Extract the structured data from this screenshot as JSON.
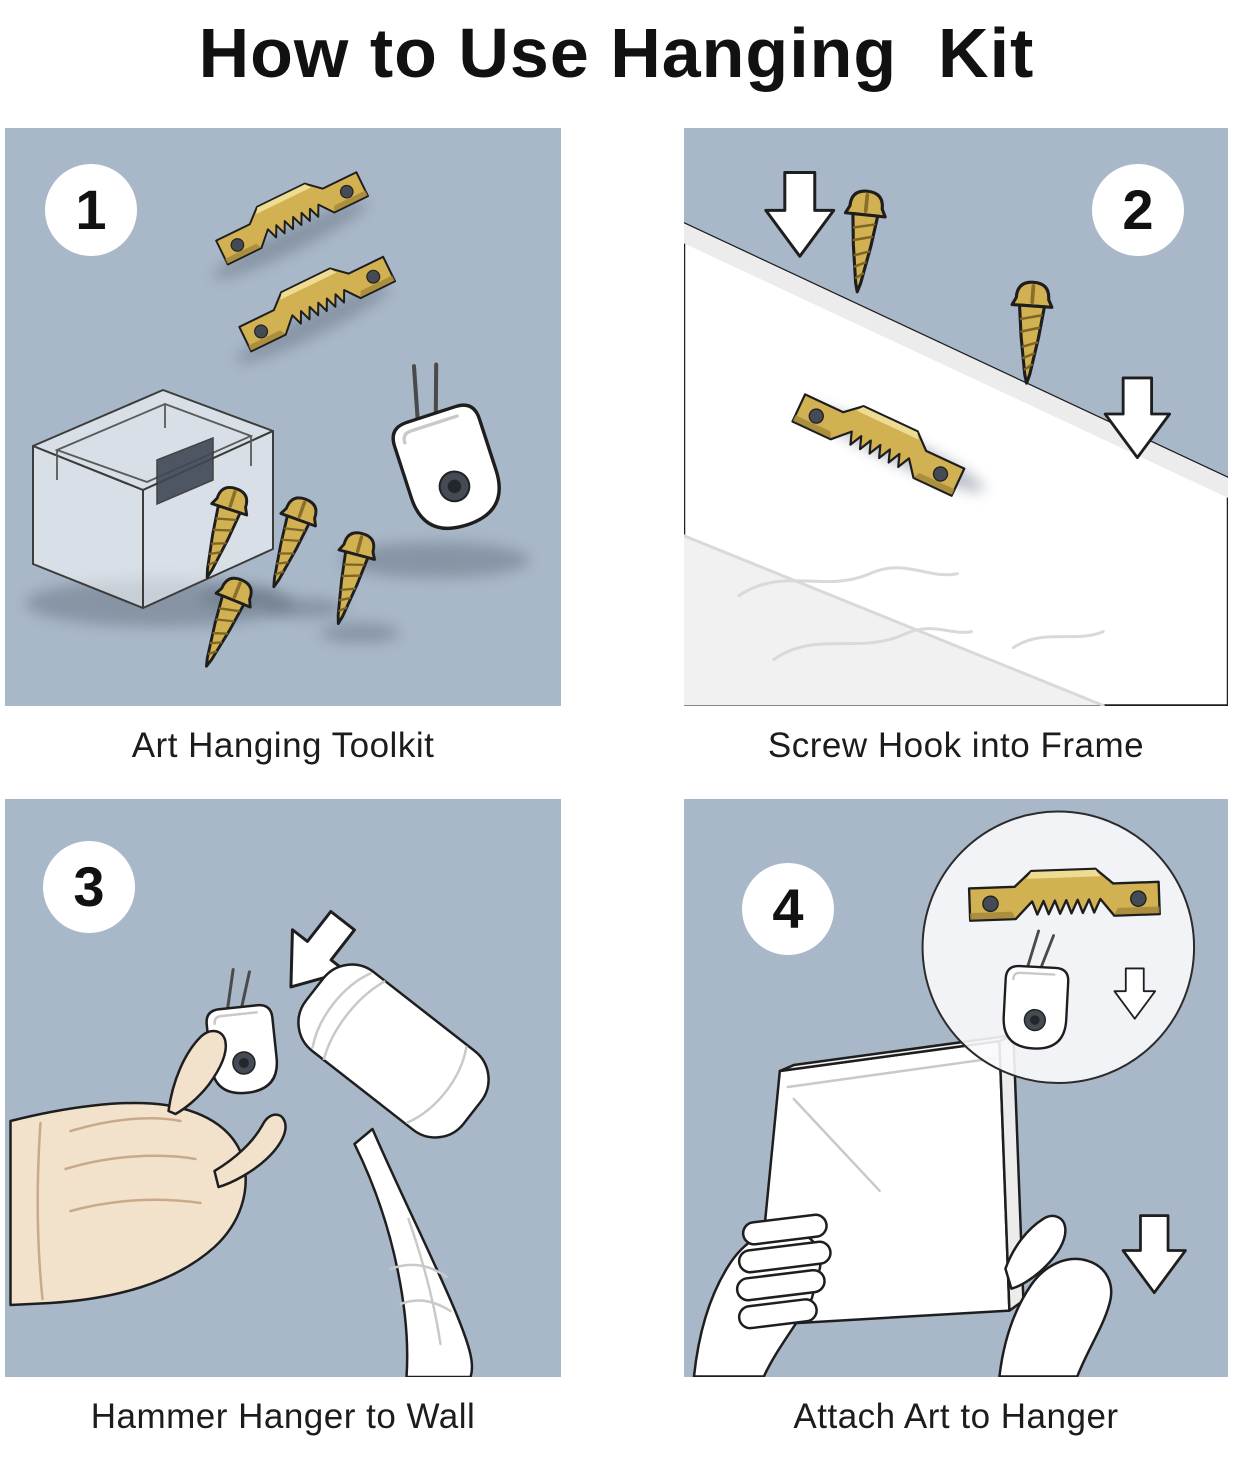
{
  "page": {
    "title": "How to Use Hanging  Kit",
    "background": "#ffffff"
  },
  "colors": {
    "panel_bg": "#a9b8c8",
    "ink": "#1e1e1e",
    "gold": "#d2b152",
    "gold_light": "#eedc93",
    "gold_dark": "#a3873a",
    "gold_deep": "#7c6526",
    "skin": "#f2e1cb",
    "shadow": "#5d6b7a"
  },
  "steps": [
    {
      "number": "1",
      "caption": "Art Hanging Toolkit",
      "alt": "Two gold sawtooth hangers, four gold screws, a clear storage case and a white wall hook"
    },
    {
      "number": "2",
      "caption": "Screw Hook into Frame",
      "alt": "Gold sawtooth hanger mounted on a white wooden frame with two screws and two down arrows"
    },
    {
      "number": "3",
      "caption": "Hammer Hanger to Wall",
      "alt": "Hand holding the white wall hook against the wall while a hammer taps it in"
    },
    {
      "number": "4",
      "caption": "Attach Art to Hanger",
      "alt": "Hands lowering a framed artwork onto the wall hook, with a magnified detail circle"
    }
  ],
  "icons": {
    "sawtooth_hanger": "gold sawtooth picture hanger",
    "screw": "gold wood screw",
    "wall_hook": "white wall hook with pins",
    "down_arrow": "white block arrow pointing down",
    "hammer": "hammer",
    "hand": "hand",
    "frame": "picture frame",
    "toolkit_case": "clear storage case",
    "magnifier": "zoom detail circle"
  }
}
